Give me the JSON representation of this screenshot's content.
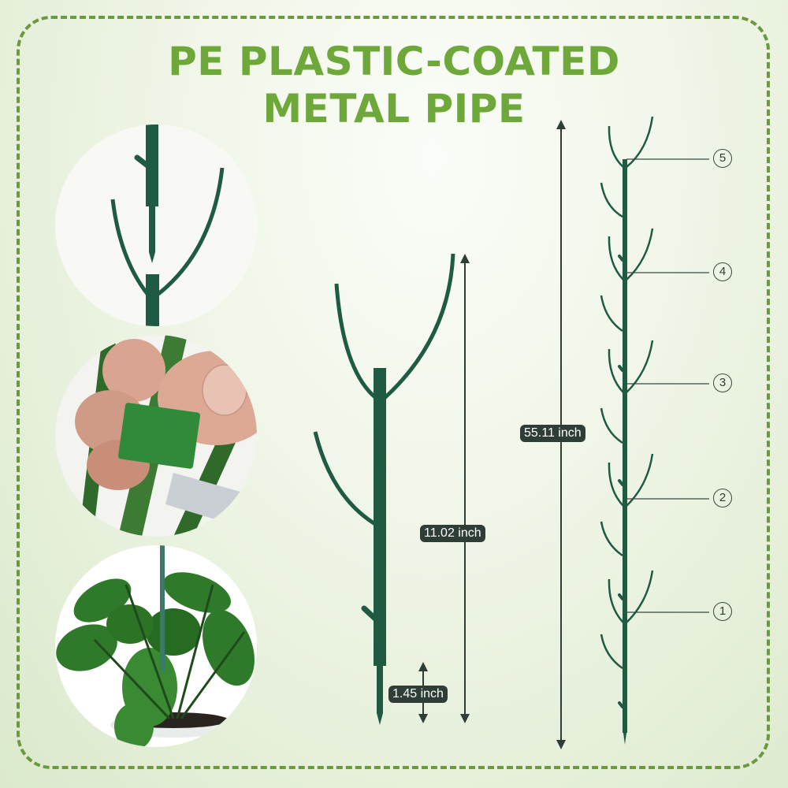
{
  "header": {
    "title_line1": "PE PLASTIC-COATED",
    "title_line2": "METAL PIPE"
  },
  "colors": {
    "title_green": "#6fa83a",
    "border_green": "#6a9a3e",
    "stake_green": "#1f5a43",
    "label_bg": "#2e3d36"
  },
  "photos": [
    {
      "name": "stake-connection-detail",
      "description": "Two stake sections connecting via spike joint"
    },
    {
      "name": "velcro-tie-on-stake",
      "description": "Hand wrapping green velcro tie around stake"
    },
    {
      "name": "potted-plant-with-stake",
      "description": "Potted plant supported by green stake"
    }
  ],
  "dimensions": {
    "single_section": "11.02 inch",
    "spike": "1.45 inch",
    "total_height": "55.11 inch"
  },
  "section_markers": [
    "⑤",
    "④",
    "③",
    "②",
    "①"
  ]
}
